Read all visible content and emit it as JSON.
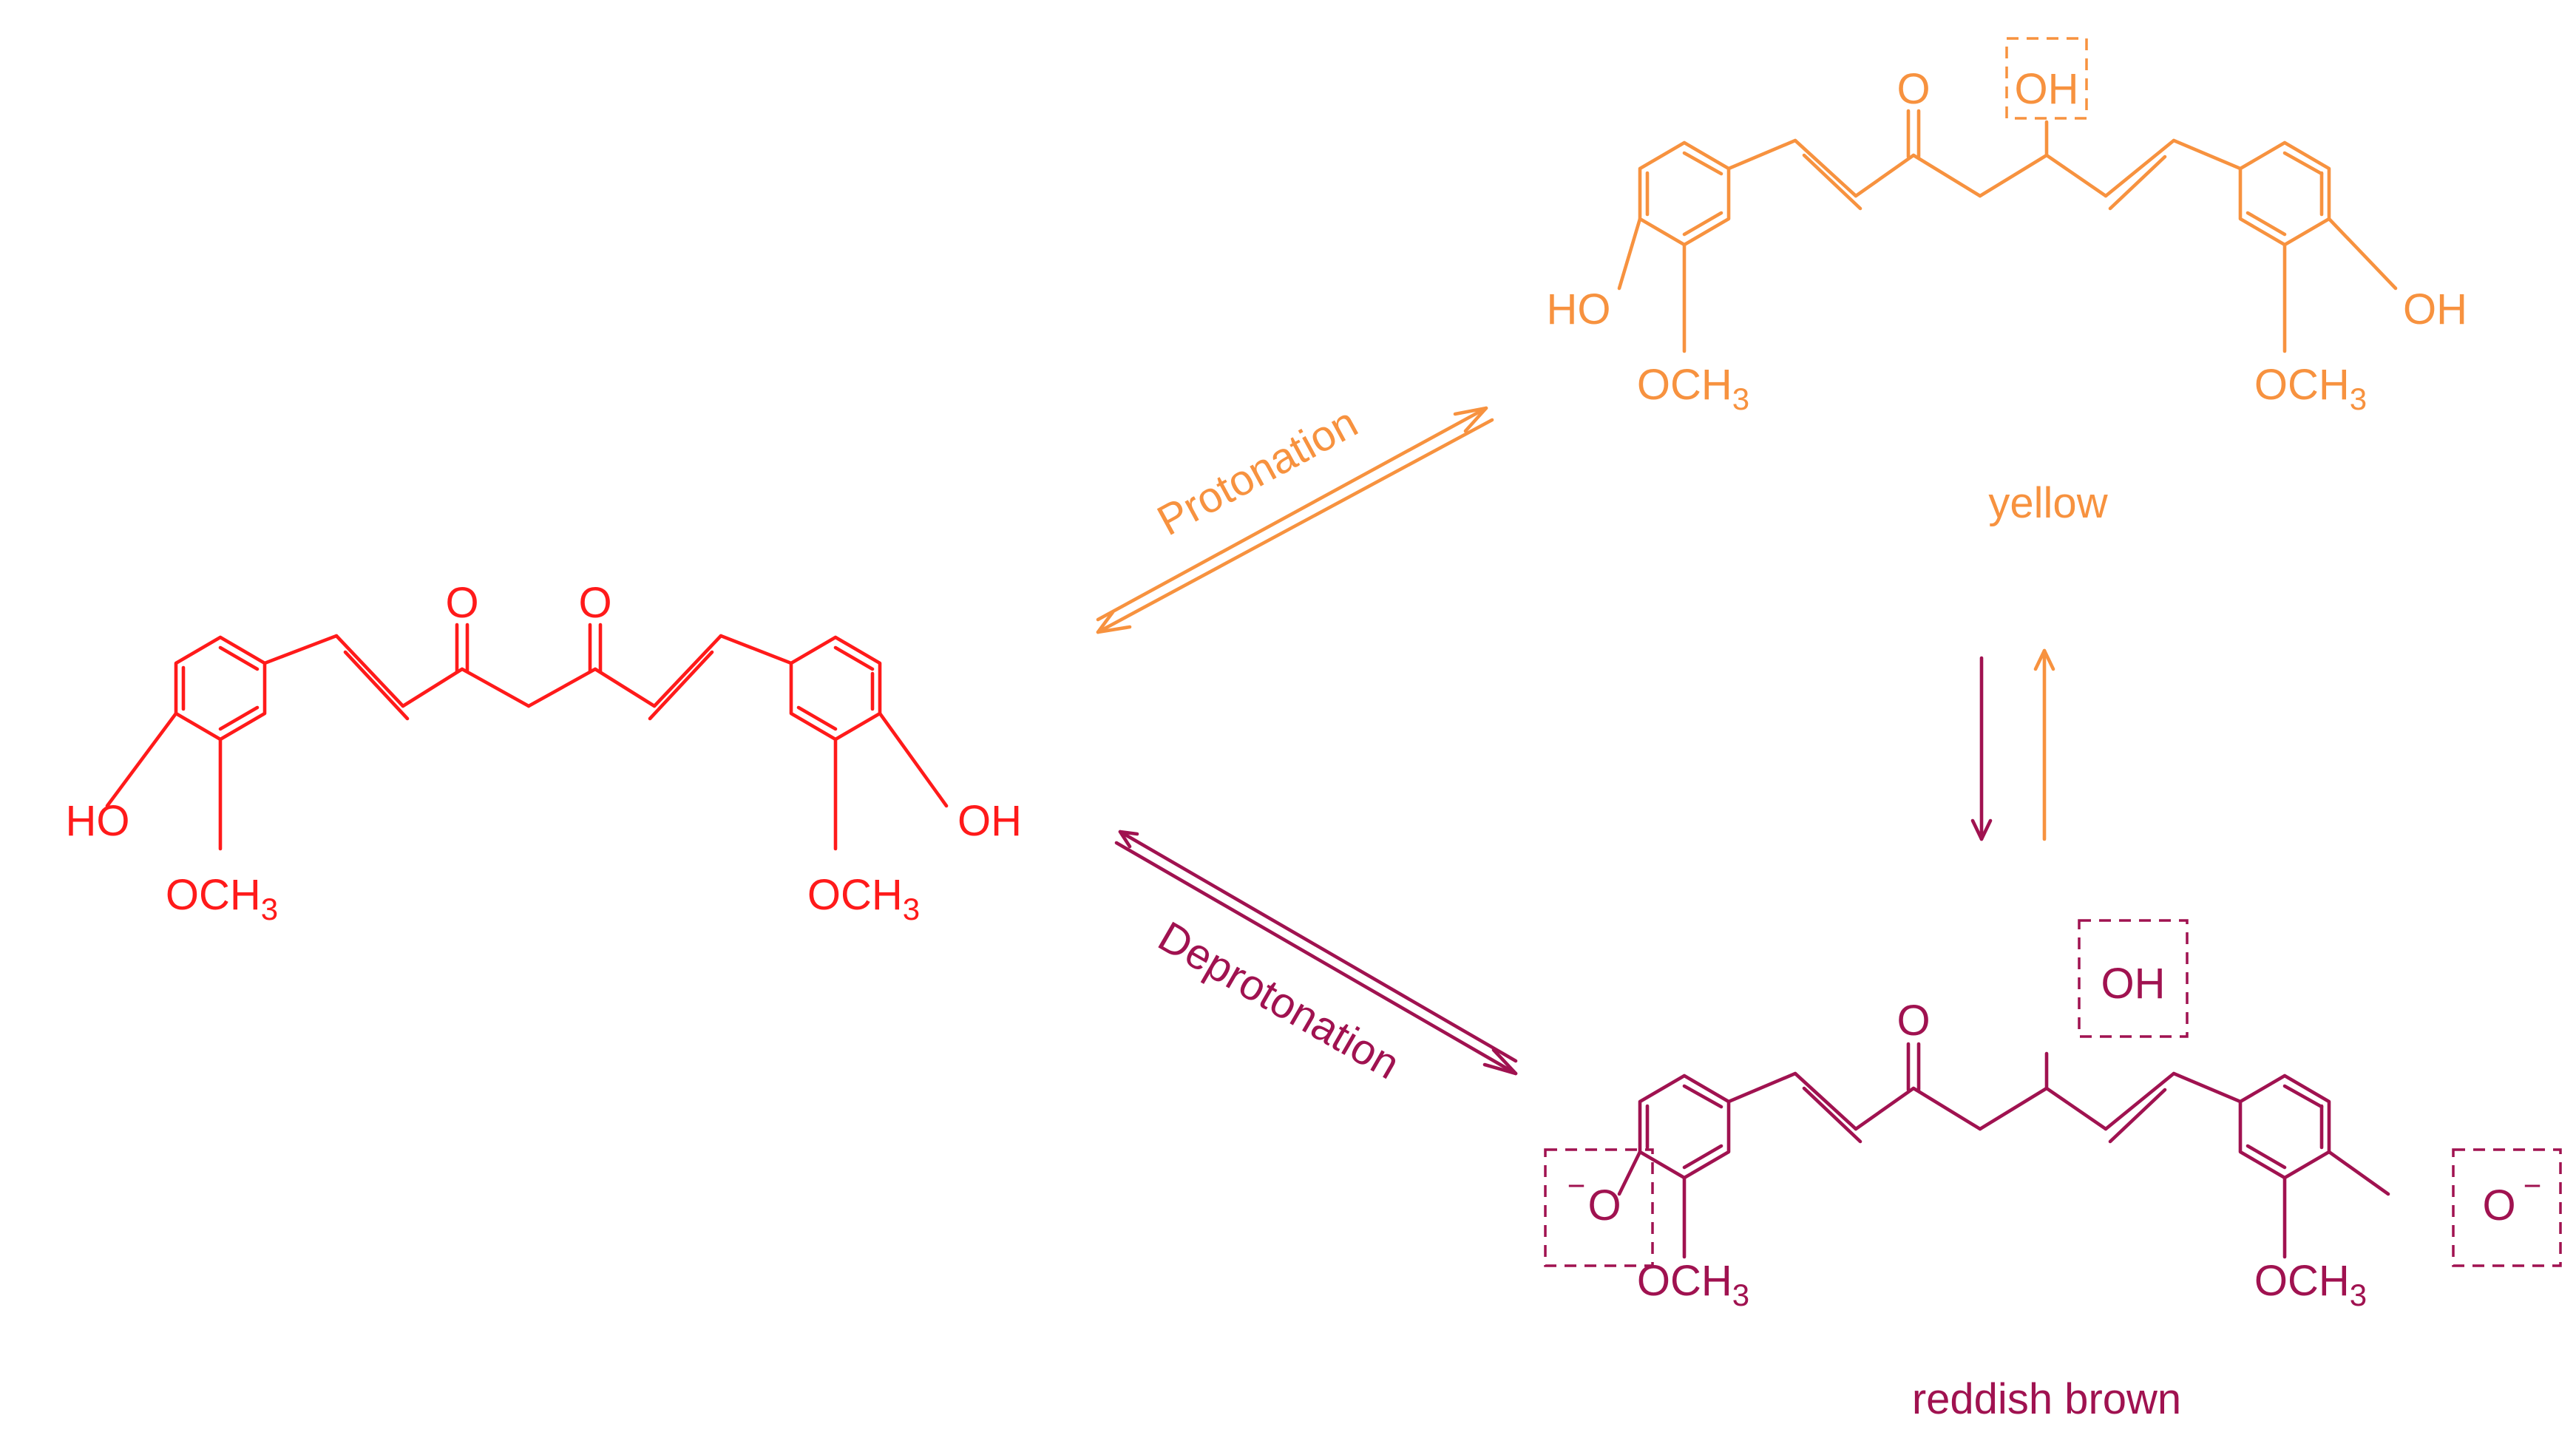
{
  "colors": {
    "keto_enol": "#ff1a1a",
    "protonated": "#f7923f",
    "deprotonated": "#a01250"
  },
  "molecules": {
    "center": {
      "oxygen_1": "O",
      "oxygen_2": "O",
      "hydroxyl_left": "HO",
      "hydroxyl_right": "OH",
      "methoxy_left": "OCH",
      "methoxy_right": "OCH",
      "methyl_subscript": "3"
    },
    "top": {
      "carbonyl": "O",
      "enol_hydroxyl": "OH",
      "hydroxyl_left": "HO",
      "hydroxyl_right": "OH",
      "methoxy_left": "OCH",
      "methoxy_right": "OCH",
      "methyl_subscript": "3",
      "color_label": "yellow"
    },
    "bottom": {
      "carbonyl": "O",
      "enol_hydroxyl": "OH",
      "phenolate_left": "O",
      "phenolate_right": "O",
      "charge": "−",
      "methoxy_left": "OCH",
      "methoxy_right": "OCH",
      "methyl_subscript": "3",
      "color_label": "reddish brown"
    }
  },
  "reactions": {
    "upper": "Protonation",
    "lower": "Deprotonation"
  }
}
